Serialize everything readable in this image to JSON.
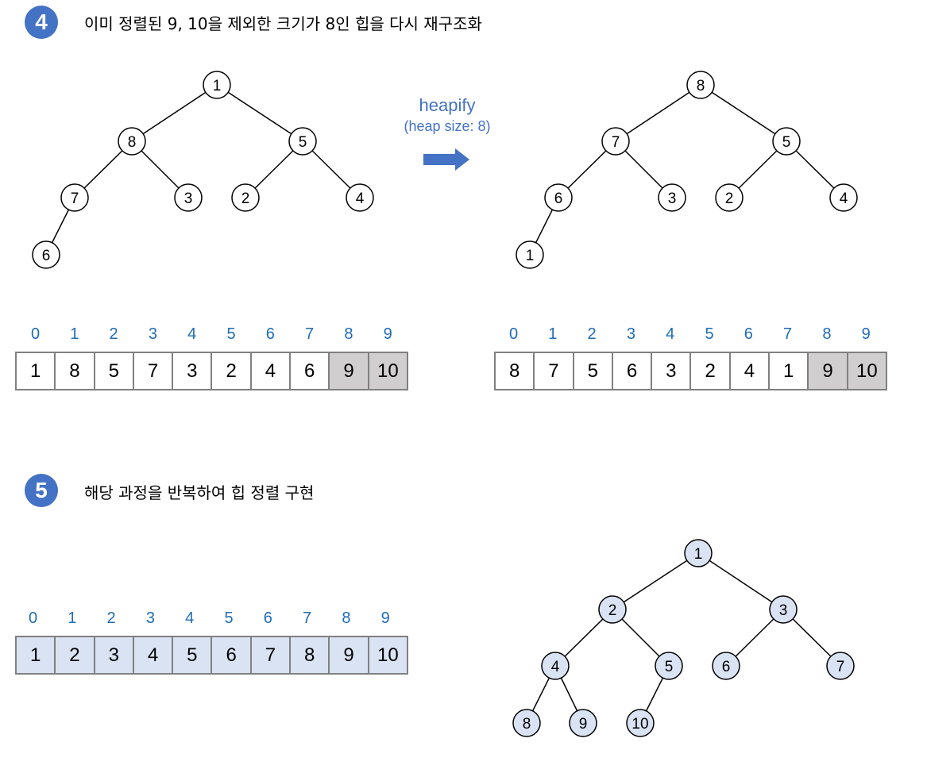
{
  "step4": {
    "number": "4",
    "title": "이미 정렬된 9, 10을 제외한 크기가 8인 힙을 다시 재구조화",
    "arrow_label": "heapify",
    "arrow_sublabel": "(heap size: 8)",
    "before_tree": [
      "1",
      "8",
      "5",
      "7",
      "3",
      "2",
      "4",
      "6"
    ],
    "after_tree": [
      "8",
      "7",
      "5",
      "6",
      "3",
      "2",
      "4",
      "1"
    ],
    "indices": [
      "0",
      "1",
      "2",
      "3",
      "4",
      "5",
      "6",
      "7",
      "8",
      "9"
    ],
    "before_array": [
      "1",
      "8",
      "5",
      "7",
      "3",
      "2",
      "4",
      "6",
      "9",
      "10"
    ],
    "after_array": [
      "8",
      "7",
      "5",
      "6",
      "3",
      "2",
      "4",
      "1",
      "9",
      "10"
    ],
    "sorted_from_index": 8
  },
  "step5": {
    "number": "5",
    "title": "해당 과정을 반복하여 힙 정렬 구현",
    "indices": [
      "0",
      "1",
      "2",
      "3",
      "4",
      "5",
      "6",
      "7",
      "8",
      "9"
    ],
    "array": [
      "1",
      "2",
      "3",
      "4",
      "5",
      "6",
      "7",
      "8",
      "9",
      "10"
    ],
    "tree": [
      "1",
      "2",
      "3",
      "4",
      "5",
      "6",
      "7",
      "8",
      "9",
      "10"
    ]
  },
  "colors": {
    "badge": "#4472c4",
    "index_text": "#1f6cb5",
    "sorted_cell": "#d0cece",
    "done_fill": "#dae3f3",
    "arrow": "#4472c4"
  }
}
